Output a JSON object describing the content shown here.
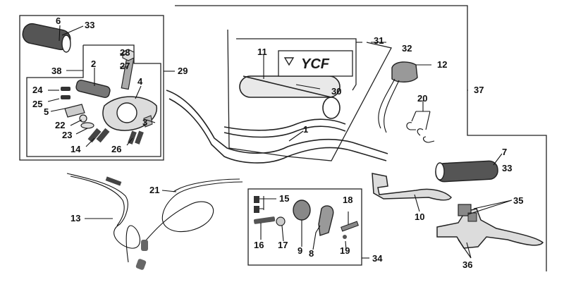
{
  "brand_logo": "YCF",
  "colors": {
    "line": "#111111",
    "part_fill": "#dcdcdc",
    "grip_fill": "#555555",
    "background": "#ffffff"
  },
  "callouts": {
    "c1": "1",
    "c2": "2",
    "c3": "3",
    "c4": "4",
    "c5": "5",
    "c6": "6",
    "c7": "7",
    "c8": "8",
    "c9": "9",
    "c10": "10",
    "c11": "11",
    "c12": "12",
    "c13": "13",
    "c14": "14",
    "c15": "15",
    "c16": "16",
    "c17": "17",
    "c18": "18",
    "c19": "19",
    "c20": "20",
    "c21": "21",
    "c22": "22",
    "c23": "23",
    "c24": "24",
    "c25": "25",
    "c26": "26",
    "c27": "27",
    "c28": "28",
    "c29": "29",
    "c30": "30",
    "c31": "31",
    "c32": "32",
    "c33a": "33",
    "c33b": "33",
    "c34": "34",
    "c35": "35",
    "c36": "36",
    "c37": "37",
    "c38": "38"
  }
}
